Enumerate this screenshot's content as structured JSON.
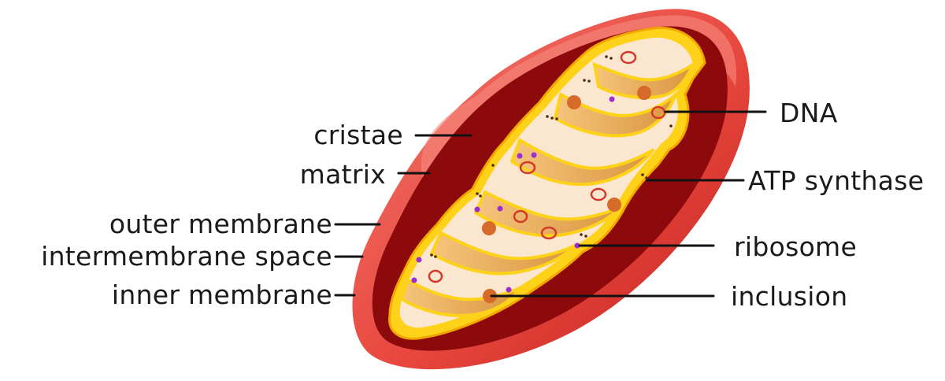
{
  "labels": {
    "left": {
      "cristae": "cristae",
      "matrix": "matrix",
      "outer_membrane": "outer membrane",
      "intermembrane_space": "intermembrane space",
      "inner_membrane": "inner membrane"
    },
    "right": {
      "dna": "DNA",
      "atp_synthase": "ATP synthase",
      "ribosome": "ribosome",
      "inclusion": "inclusion"
    }
  },
  "colors": {
    "outer_membrane": "#e8473e",
    "outer_membrane_highlight": "#f27a6f",
    "outer_membrane_shadow": "#c0211c",
    "intermembrane_space": "#8c0a0c",
    "inner_membrane": "#ffd21a",
    "inner_membrane_edge": "#f2a600",
    "crista_wall": "#f0b76a",
    "crista_wall_dark": "#d9963f",
    "matrix": "#fbe7d0",
    "inclusion": "#d66a2a",
    "dna": "#d3382a",
    "ribosome": "#9b2ecf",
    "atp_synthase": "#4a2a1a",
    "leader_line": "#111111"
  }
}
